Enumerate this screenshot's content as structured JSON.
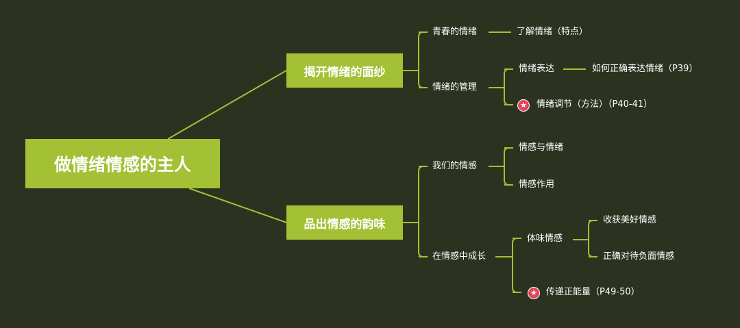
{
  "root": {
    "label": "做情绪情感的主人"
  },
  "branches": [
    {
      "label": "揭开情绪的面纱",
      "children": [
        {
          "label": "青春的情绪",
          "children": [
            {
              "label": "了解情绪（特点）"
            }
          ]
        },
        {
          "label": "情绪的管理",
          "children": [
            {
              "label": "情绪表达",
              "children": [
                {
                  "label": "如何正确表达情绪（P39）"
                }
              ]
            },
            {
              "label": "情绪调节（方法）（P40-41）",
              "icon": "star-badge-icon"
            }
          ]
        }
      ]
    },
    {
      "label": "品出情感的韵味",
      "children": [
        {
          "label": "我们的情感",
          "children": [
            {
              "label": "情感与情绪"
            },
            {
              "label": "情感作用"
            }
          ]
        },
        {
          "label": "在情感中成长",
          "children": [
            {
              "label": "体味情感",
              "children": [
                {
                  "label": "收获美好情感"
                },
                {
                  "label": "正确对待负面情感"
                }
              ]
            },
            {
              "label": "传递正能量（P49-50）",
              "icon": "star-badge-icon"
            }
          ]
        }
      ]
    }
  ],
  "colors": {
    "background": "#2b3320",
    "accent": "#a4c035",
    "star": "#e0475a",
    "text": "#ffffff"
  }
}
